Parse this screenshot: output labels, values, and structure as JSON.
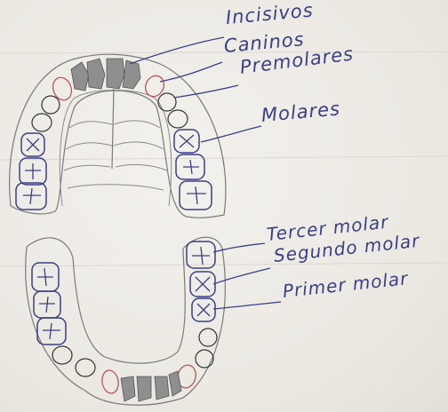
{
  "labels": {
    "incisivos": "Incisivos",
    "caninos": "Caninos",
    "premolares": "Premolares",
    "molares": "Molares",
    "tercer_molar": "Tercer molar",
    "segundo_molar": "Segundo molar",
    "primer_molar": "Primer molar"
  },
  "colors": {
    "ink": "#3a3f86",
    "pencil": "#444444",
    "red_pencil": "#c0505a",
    "paper": "#eeebe6"
  }
}
